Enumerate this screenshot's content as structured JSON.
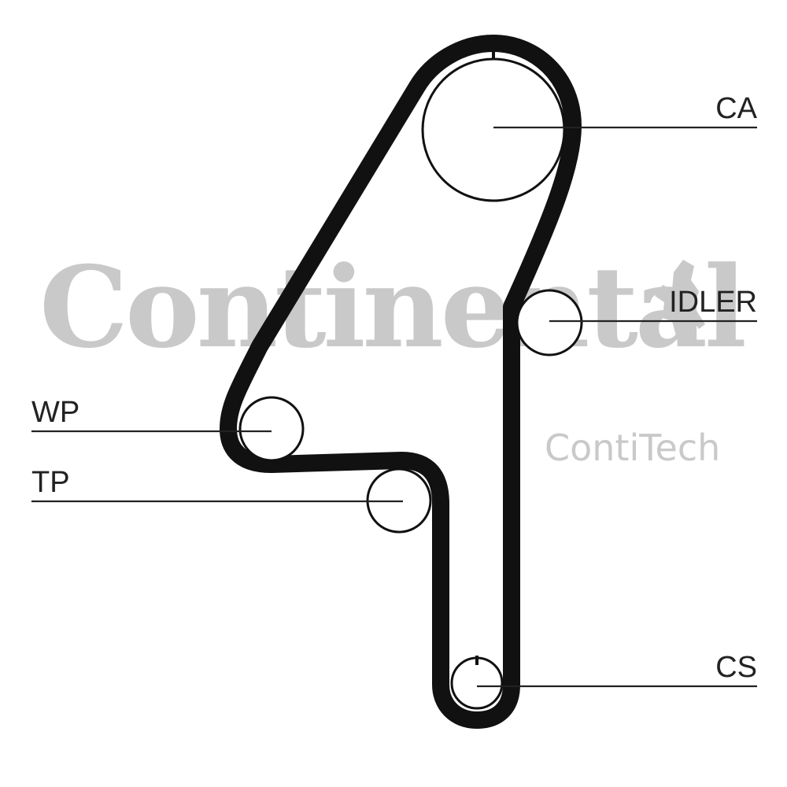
{
  "watermark": {
    "brand": "Continental",
    "sub": "ContiTech",
    "logo_icon": "rearing-horse-icon"
  },
  "labels": {
    "ca": "CA",
    "idler": "IDLER",
    "wp": "WP",
    "tp": "TP",
    "cs": "CS"
  },
  "colors": {
    "belt": "#111111",
    "watermark": "#c9c9c9"
  }
}
